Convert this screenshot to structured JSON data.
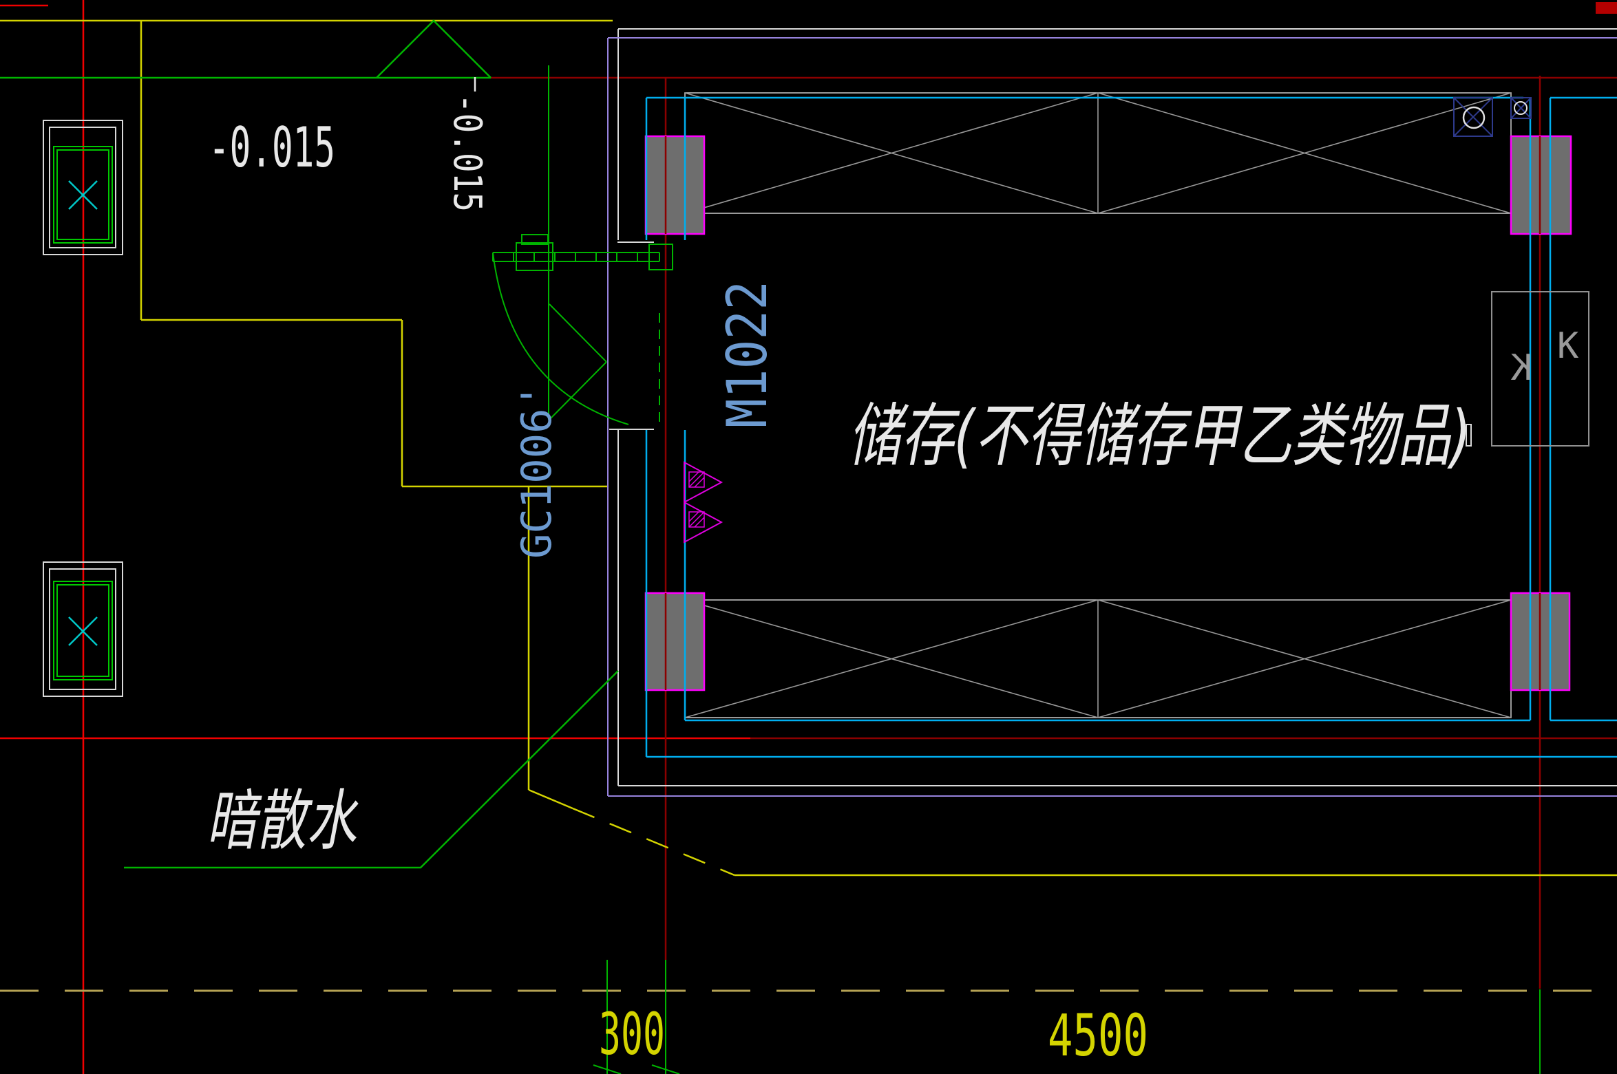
{
  "drawing": {
    "title": "storage room floor plan (CAD viewport)",
    "labels": {
      "elevation_left": "-0.015",
      "elevation_marker": "-0.015",
      "window_code": "GC1006'",
      "door_code": "M1022",
      "room_note": "储存(不得储存甲乙类物品)",
      "apron_note": "暗散水",
      "k_left": "K",
      "k_right": "K"
    },
    "dimensions": {
      "dim_300": "300",
      "dim_4500": "4500"
    },
    "colors": {
      "background": "#000000",
      "axis_red_bright": "#f00000",
      "axis_red_dark": "#8b0000",
      "green": "#00b400",
      "yellow": "#d4d400",
      "khaki_dashed_axis": "#b5a254",
      "wall_cyan": "#00aeef",
      "wall_purple": "#9682dc",
      "wall_white": "#d9d9d9",
      "column_magenta": "#ff00ff",
      "column_gray_fill": "#6e6e6e",
      "brace_gray": "#989898",
      "drain_navy": "#2e3a8c",
      "label_blue": "#6c9ad0",
      "text_white": "#e8e8e8",
      "k_gray": "#9a9a9a",
      "fixture_x_cyan": "#00c8c8",
      "door_triangle_magenta": "#e000e0"
    }
  }
}
